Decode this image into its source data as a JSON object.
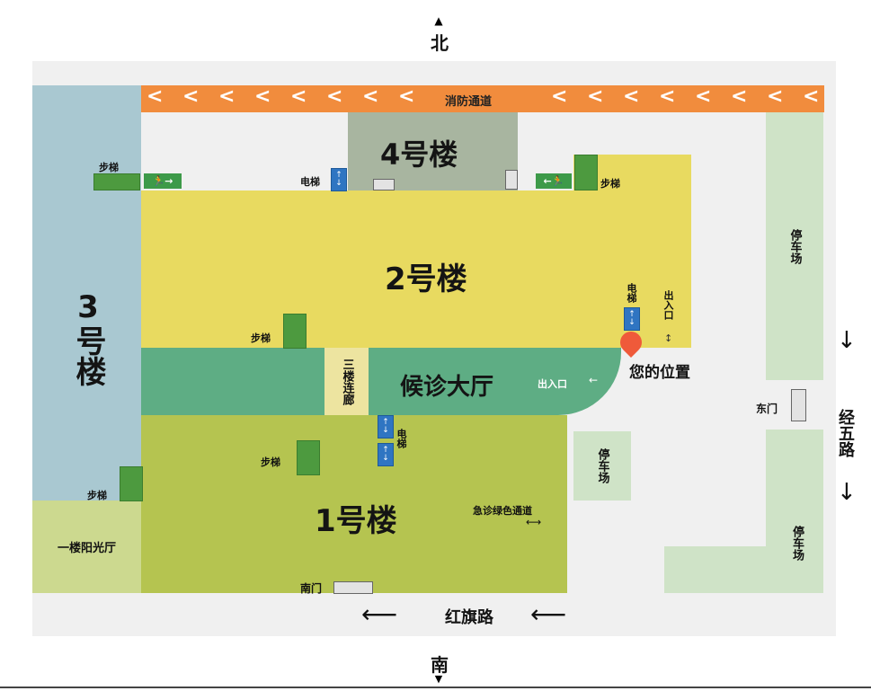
{
  "compass": {
    "north": "北",
    "south": "南"
  },
  "roads": {
    "east_road": "经五路",
    "south_road": "红旗路",
    "fire_lane": "消防通道"
  },
  "buildings": {
    "b1": "1号楼",
    "b2": "2号楼",
    "b3": "3号楼",
    "b4": "4号楼",
    "hall": "候诊大厅",
    "corridor": "三楼连廊",
    "sun_hall": "一楼阳光厅"
  },
  "parking": {
    "label": "停车场"
  },
  "labels": {
    "stairs": "步梯",
    "elevator": "电梯",
    "elevator_alt": "电梯",
    "exit_entrance": "出入口",
    "you_are_here": "您的位置",
    "east_gate": "东门",
    "south_gate": "南门",
    "emergency_lane": "急诊绿色通道"
  },
  "colors": {
    "ground": "#f0f0f0",
    "fire_lane": "#f18c3d",
    "building3": "#a9c8d1",
    "building2": "#e8da60",
    "building4": "#a8b5a0",
    "building1": "#b5c450",
    "hall": "#5ead84",
    "corridor": "#ede4a0",
    "sun_hall": "#ccd98f",
    "parking": "#cfe3c7",
    "marker": "#ef5a3a"
  }
}
